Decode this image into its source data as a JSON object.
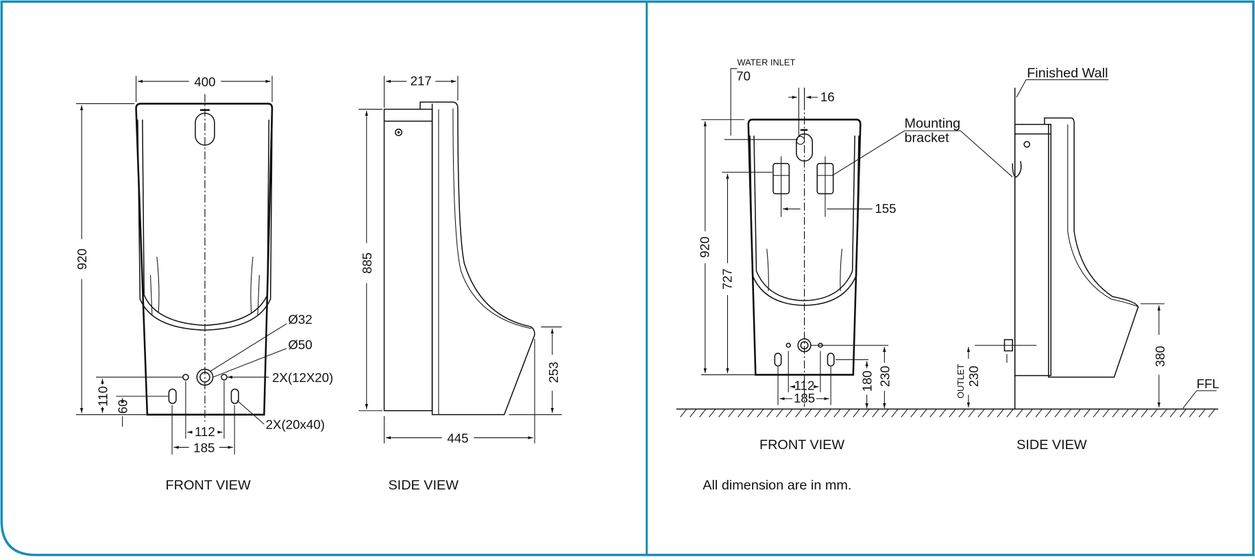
{
  "colors": {
    "frame": "#1b8db3",
    "ink": "#111111"
  },
  "left_panel": {
    "front_view": {
      "title": "FRONT VIEW",
      "dims": {
        "width": "400",
        "height": "920",
        "d1": "110",
        "d2": "60",
        "d3": "112",
        "d4": "185"
      },
      "callouts": {
        "dia32": "Ø32",
        "dia50": "Ø50",
        "holes_small": "2X(12X20)",
        "holes_large": "2X(20x40)"
      }
    },
    "side_view": {
      "title": "SIDE VIEW",
      "dims": {
        "top": "217",
        "height": "885",
        "depth": "445",
        "lip": "253"
      }
    }
  },
  "right_panel": {
    "front_view": {
      "title": "FRONT VIEW",
      "water_inlet_label": "WATER INLET",
      "dims": {
        "inlet": "70",
        "offset": "16",
        "bracket_spacing": "155",
        "height": "920",
        "bracket_height": "727",
        "outlet_a": "180",
        "outlet_b": "230",
        "d112": "112",
        "d185": "185"
      },
      "mounting_label_1": "Mounting",
      "mounting_label_2": "bracket"
    },
    "side_view": {
      "title": "SIDE VIEW",
      "finished_wall": "Finished Wall",
      "outlet_label": "OUTLET",
      "outlet_height": "230",
      "rim_height": "380",
      "ffl": "FFL"
    },
    "note": "All dimension are in mm."
  }
}
